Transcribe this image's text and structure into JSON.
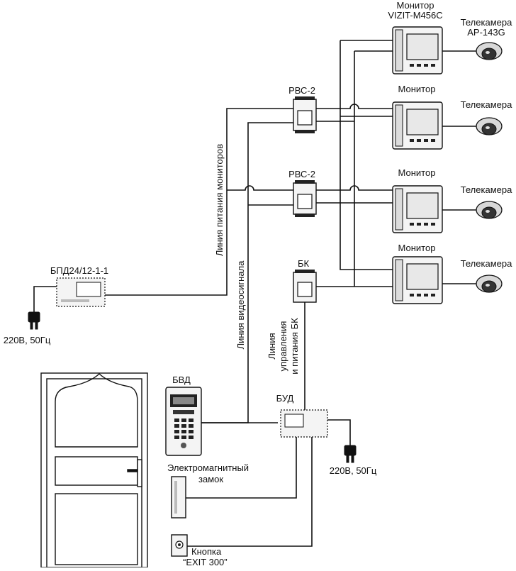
{
  "labels": {
    "monitor_top": "Монитор",
    "monitor_model": "VIZIT-M456C",
    "camera_top": "Телекамера",
    "camera_model": "AP-143G",
    "monitor_2": "Монитор",
    "monitor_3": "Монитор",
    "monitor_4": "Монитор",
    "camera_2": "Телекамера",
    "camera_3": "Телекамера",
    "camera_4": "Телекамера",
    "rvs_1": "РВС-2",
    "rvs_2": "РВС-2",
    "bk": "БК",
    "bpd": "БПД24/12-1-1",
    "power_left": "220В, 50Гц",
    "power_right": "220В, 50Гц",
    "monitor_power_line": "Линия питания мониторов",
    "video_line": "Линия видеосигнала",
    "control_line_1": "Линия",
    "control_line_2": "управления",
    "control_line_3": "и питания БК",
    "bvd": "БВД",
    "bud": "БУД",
    "lock_1": "Электромагнитный",
    "lock_2": "замок",
    "button_1": "Кнопка",
    "button_2": "“EXIT 300”"
  },
  "colors": {
    "line": "#111111",
    "device_fill": "#f4f4f4",
    "device_dark": "#222222",
    "screen": "#e8e8e8"
  }
}
